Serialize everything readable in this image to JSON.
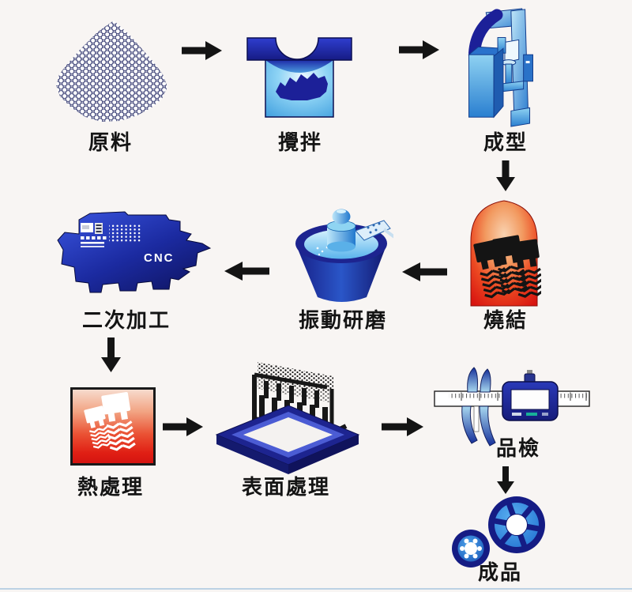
{
  "diagram": {
    "steps": [
      {
        "name": "raw-material",
        "label": "原料"
      },
      {
        "name": "mixing",
        "label": "攪拌"
      },
      {
        "name": "forming",
        "label": "成型"
      },
      {
        "name": "sintering",
        "label": "燒結"
      },
      {
        "name": "vibration-grinding",
        "label": "振動研磨"
      },
      {
        "name": "secondary-machining",
        "label": "二次加工",
        "machine_text": "CNC"
      },
      {
        "name": "heat-treatment",
        "label": "熱處理"
      },
      {
        "name": "surface-treatment",
        "label": "表面處理"
      },
      {
        "name": "quality-inspection",
        "label": "品檢"
      },
      {
        "name": "finished-product",
        "label": "成品"
      }
    ],
    "colors": {
      "background": "#f8f5f3",
      "arrow_black": "#141414",
      "navy": "#1b2190",
      "machine_blue": "#2a7fd6",
      "light_blue": "#9fd8f4",
      "furnace_red": "#e2231a",
      "label_text": "#141414",
      "bottom_rule": "#bcd2e4"
    }
  }
}
